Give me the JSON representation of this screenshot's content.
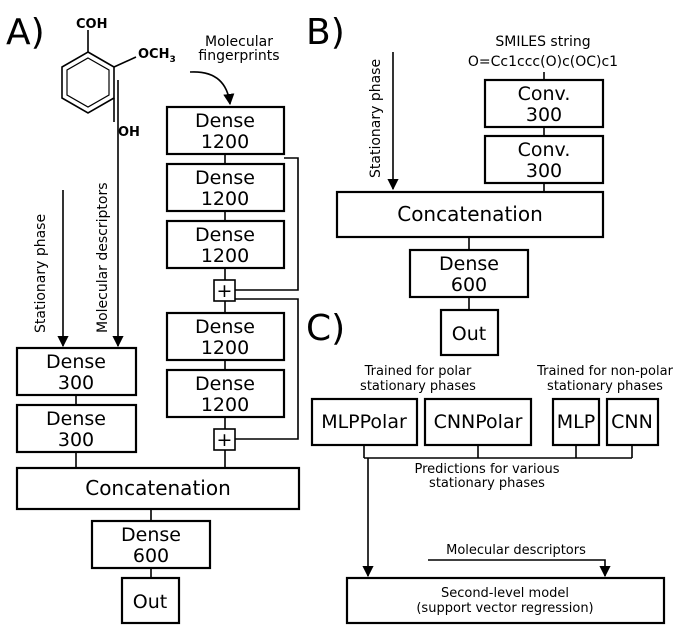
{
  "panels": [
    "A)",
    "B)",
    "C)"
  ],
  "panel_a": {
    "molecule": {
      "group_top": "COH",
      "group_right": "OCH",
      "group_right_sub": "3",
      "group_bottom": "OH"
    },
    "fingerprints_label": [
      "Molecular",
      "fingerprints"
    ],
    "stationary_phase_label": "Stationary phase",
    "descriptors_label": "Molecular descriptors",
    "dense_1200": [
      [
        "Dense",
        "1200"
      ],
      [
        "Dense",
        "1200"
      ],
      [
        "Dense",
        "1200"
      ],
      [
        "Dense",
        "1200"
      ],
      [
        "Dense",
        "1200"
      ]
    ],
    "dense_300": [
      [
        "Dense",
        "300"
      ],
      [
        "Dense",
        "300"
      ]
    ],
    "add_symbol": "+",
    "concatenation": "Concatenation",
    "dense_600": [
      "Dense",
      "600"
    ],
    "out": "Out"
  },
  "panel_b": {
    "smiles_title": "SMILES string",
    "smiles": "O=Cc1ccc(O)c(OC)c1",
    "stationary_phase_label": "Stationary phase",
    "conv": [
      [
        "Conv.",
        "300"
      ],
      [
        "Conv.",
        "300"
      ]
    ],
    "concatenation": "Concatenation",
    "dense_600": [
      "Dense",
      "600"
    ],
    "out": "Out"
  },
  "panel_c": {
    "polar_label": [
      "Trained for polar",
      "stationary phases"
    ],
    "nonpolar_label": [
      "Trained for non-polar",
      "stationary phases"
    ],
    "models": [
      "MLPPolar",
      "CNNPolar",
      "MLP",
      "CNN"
    ],
    "predictions_label": [
      "Predictions for various",
      "stationary phases"
    ],
    "descriptors_label": "Molecular descriptors",
    "second_level": [
      "Second-level model",
      "(support vector regression)"
    ]
  }
}
